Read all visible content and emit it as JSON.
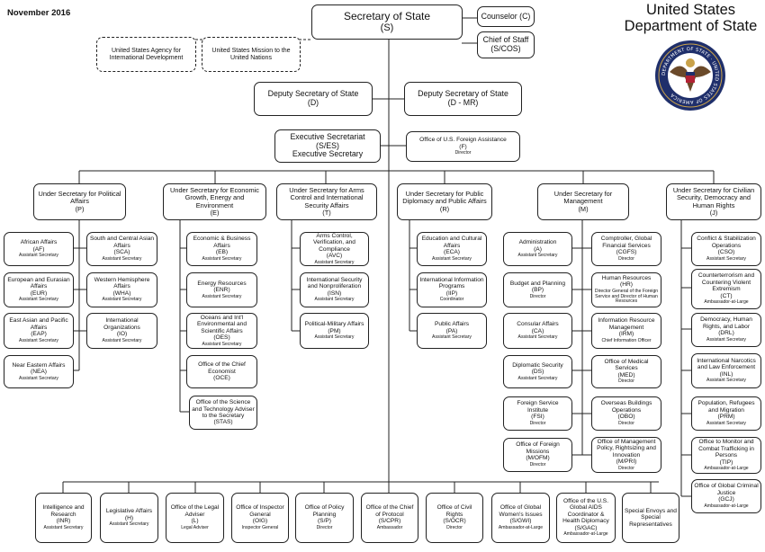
{
  "header": {
    "date": "November 2016",
    "org_title_line1": "United States",
    "org_title_line2": "Department of State",
    "seal_text": "DEPARTMENT OF STATE · UNITED STATES OF AMERICA"
  },
  "colors": {
    "line": "#222222",
    "seal_blue": "#1f2f6b",
    "seal_gold": "#c9a24a",
    "seal_brown": "#6b4a2a"
  },
  "boxes": {
    "secretary": {
      "name": "Secretary of State",
      "abbr": "(S)"
    },
    "counselor": {
      "name": "Counselor (C)"
    },
    "chief_of_staff": {
      "name": "Chief of Staff",
      "abbr": "(S/COS)"
    },
    "usaid": {
      "name": "United States Agency for International Development"
    },
    "usun": {
      "name": "United States Mission to the United Nations"
    },
    "deputy_d": {
      "name": "Deputy Secretary of State",
      "abbr": "(D)"
    },
    "deputy_dmr": {
      "name": "Deputy Secretary of State",
      "abbr": "(D - MR)"
    },
    "exec_sec": {
      "name": "Executive Secretariat",
      "abbr": "(S/ES)",
      "title": "Executive Secretary"
    },
    "foreign_assist": {
      "name": "Office of U.S. Foreign Assistance",
      "abbr": "(F)",
      "title": "Director"
    },
    "us_p": {
      "name": "Under Secretary for Political Affairs",
      "abbr": "(P)"
    },
    "us_e": {
      "name": "Under Secretary for Economic Growth, Energy and Environment",
      "abbr": "(E)"
    },
    "us_t": {
      "name": "Under Secretary for Arms Control and International Security Affairs",
      "abbr": "(T)"
    },
    "us_r": {
      "name": "Under Secretary for Public Diplomacy and Public Affairs",
      "abbr": "(R)"
    },
    "us_m": {
      "name": "Under Secretary for Management",
      "abbr": "(M)"
    },
    "us_j": {
      "name": "Under Secretary for Civilian Security, Democracy and Human Rights",
      "abbr": "(J)"
    },
    "af": {
      "name": "African Affairs",
      "abbr": "(AF)",
      "title": "Assistant Secretary"
    },
    "eur": {
      "name": "European and Eurasian Affairs",
      "abbr": "(EUR)",
      "title": "Assistant Secretary"
    },
    "eap": {
      "name": "East Asian and Pacific Affairs",
      "abbr": "(EAP)",
      "title": "Assistant Secretary"
    },
    "nea": {
      "name": "Near Eastern Affairs",
      "abbr": "(NEA)",
      "title": "Assistant Secretary"
    },
    "sca": {
      "name": "South and Central Asian Affairs",
      "abbr": "(SCA)",
      "title": "Assistant Secretary"
    },
    "wha": {
      "name": "Western Hemisphere Affairs",
      "abbr": "(WHA)",
      "title": "Assistant Secretary"
    },
    "io": {
      "name": "International Organizations",
      "abbr": "(IO)",
      "title": "Assistant Secretary"
    },
    "eb": {
      "name": "Economic & Business Affairs",
      "abbr": "(EB)",
      "title": "Assistant Secretary"
    },
    "enr": {
      "name": "Energy Resources",
      "abbr": "(ENR)",
      "title": "Assistant Secretary"
    },
    "oes": {
      "name": "Oceans and Int'l Environmental and Scientific Affairs",
      "abbr": "(OES)",
      "title": "Assistant Secretary"
    },
    "oce": {
      "name": "Office of the Chief Economist",
      "abbr": "(OCE)"
    },
    "stas": {
      "name": "Office of the Science and Technology Adviser to the Secretary",
      "abbr": "(STAS)"
    },
    "avc": {
      "name": "Arms Control, Verification, and Compliance",
      "abbr": "(AVC)",
      "title": "Assistant Secretary"
    },
    "isn": {
      "name": "International Security and Nonproliferation",
      "abbr": "(ISN)",
      "title": "Assistant Secretary"
    },
    "pm": {
      "name": "Political-Military Affairs",
      "abbr": "(PM)",
      "title": "Assistant Secretary"
    },
    "eca": {
      "name": "Education and Cultural Affairs",
      "abbr": "(ECA)",
      "title": "Assistant Secretary"
    },
    "iip": {
      "name": "International Information Programs",
      "abbr": "(IIP)",
      "title": "Coordinator"
    },
    "pa": {
      "name": "Public Affairs",
      "abbr": "(PA)",
      "title": "Assistant Secretary"
    },
    "a": {
      "name": "Administration",
      "abbr": "(A)",
      "title": "Assistant Secretary"
    },
    "bp": {
      "name": "Budget and Planning",
      "abbr": "(BP)",
      "title": "Director"
    },
    "ca": {
      "name": "Consular Affairs",
      "abbr": "(CA)",
      "title": "Assistant Secretary"
    },
    "ds": {
      "name": "Diplomatic Security",
      "abbr": "(DS)",
      "title": "Assistant Secretary"
    },
    "fsi": {
      "name": "Foreign Service Institute",
      "abbr": "(FSI)",
      "title": "Director"
    },
    "ofm": {
      "name": "Office of Foreign Missions",
      "abbr": "(M/OFM)",
      "title": "Director"
    },
    "cgfs": {
      "name": "Comptroller, Global Financial Services",
      "abbr": "(CGFS)",
      "title": "Director"
    },
    "hr": {
      "name": "Human Resources",
      "abbr": "(HR)",
      "title": "Director General of the Foreign Service and Director of Human Resources"
    },
    "irm": {
      "name": "Information Resource Management",
      "abbr": "(IRM)",
      "title": "Chief Information Officer"
    },
    "med": {
      "name": "Office of Medical Services",
      "abbr": "(MED)",
      "title": "Director"
    },
    "obo": {
      "name": "Overseas Buildings Operations",
      "abbr": "(OBO)",
      "title": "Director"
    },
    "pri": {
      "name": "Office of Management Policy, Rightsizing and Innovation",
      "abbr": "(M/PRI)",
      "title": "Director"
    },
    "cso": {
      "name": "Conflict & Stabilization Operations",
      "abbr": "(CSO)",
      "title": "Assistant Secretary"
    },
    "ct": {
      "name": "Counterterrorism and Countering Violent Extremism",
      "abbr": "(CT)",
      "title": "Ambassador-at-Large"
    },
    "drl": {
      "name": "Democracy, Human Rights, and Labor",
      "abbr": "(DRL)",
      "title": "Assistant Secretary"
    },
    "inl": {
      "name": "International Narcotics and Law Enforcement",
      "abbr": "(INL)",
      "title": "Assistant Secretary"
    },
    "prm": {
      "name": "Population, Refugees and Migration",
      "abbr": "(PRM)",
      "title": "Assistant Secretary"
    },
    "tip": {
      "name": "Office to Monitor and Combat Trafficking in Persons",
      "abbr": "(TIP)",
      "title": "Ambassador-at-Large"
    },
    "gcj": {
      "name": "Office of Global Criminal Justice",
      "abbr": "(GCJ)",
      "title": "Ambassador-at-Large"
    },
    "inr": {
      "name": "Intelligence and Research",
      "abbr": "(INR)",
      "title": "Assistant Secretary"
    },
    "h": {
      "name": "Legislative Affairs",
      "abbr": "(H)",
      "title": "Assistant Secretary"
    },
    "l": {
      "name": "Office of the Legal Adviser",
      "abbr": "(L)",
      "title": "Legal Adviser"
    },
    "oig": {
      "name": "Office of Inspector General",
      "abbr": "(OIG)",
      "title": "Inspector General"
    },
    "sp": {
      "name": "Office of Policy Planning",
      "abbr": "(S/P)",
      "title": "Director"
    },
    "cpr": {
      "name": "Office of the Chief of Protocol",
      "abbr": "(S/CPR)",
      "title": "Ambassador"
    },
    "ocr": {
      "name": "Office of Civil Rights",
      "abbr": "(S/OCR)",
      "title": "Director"
    },
    "gwi": {
      "name": "Office of Global Women's Issues",
      "abbr": "(S/GWI)",
      "title": "Ambassador-at-Large"
    },
    "gac": {
      "name": "Office of the U.S. Global AIDS Coordinator & Health Diplomacy",
      "abbr": "(S/GAC)",
      "title": "Ambassador-at-Large"
    },
    "envoys": {
      "name": "Special Envoys and Special Representatives"
    }
  }
}
